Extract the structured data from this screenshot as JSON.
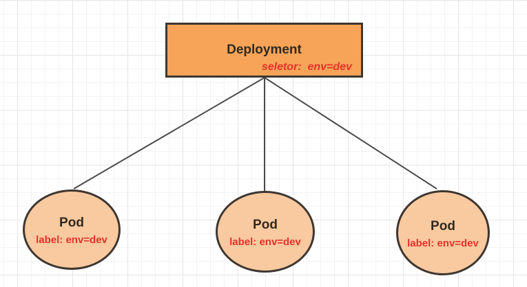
{
  "deployment": {
    "title": "Deployment",
    "selector": "seletor:  env=dev"
  },
  "pods": [
    {
      "title": "Pod",
      "label": "label: env=dev"
    },
    {
      "title": "Pod",
      "label": "label: env=dev"
    },
    {
      "title": "Pod",
      "label": "label: env=dev"
    }
  ],
  "colors": {
    "deployment_fill": "#F7A458",
    "pod_fill": "#F9C99F",
    "shape_border": "#3D3631",
    "connector_color": "#4A4A4A",
    "title_color": "#33291E",
    "red_color": "#E5322B",
    "grid_minor": "#F2F2F2",
    "grid_major": "#E5E5E5",
    "background": "#FFFFFF"
  }
}
